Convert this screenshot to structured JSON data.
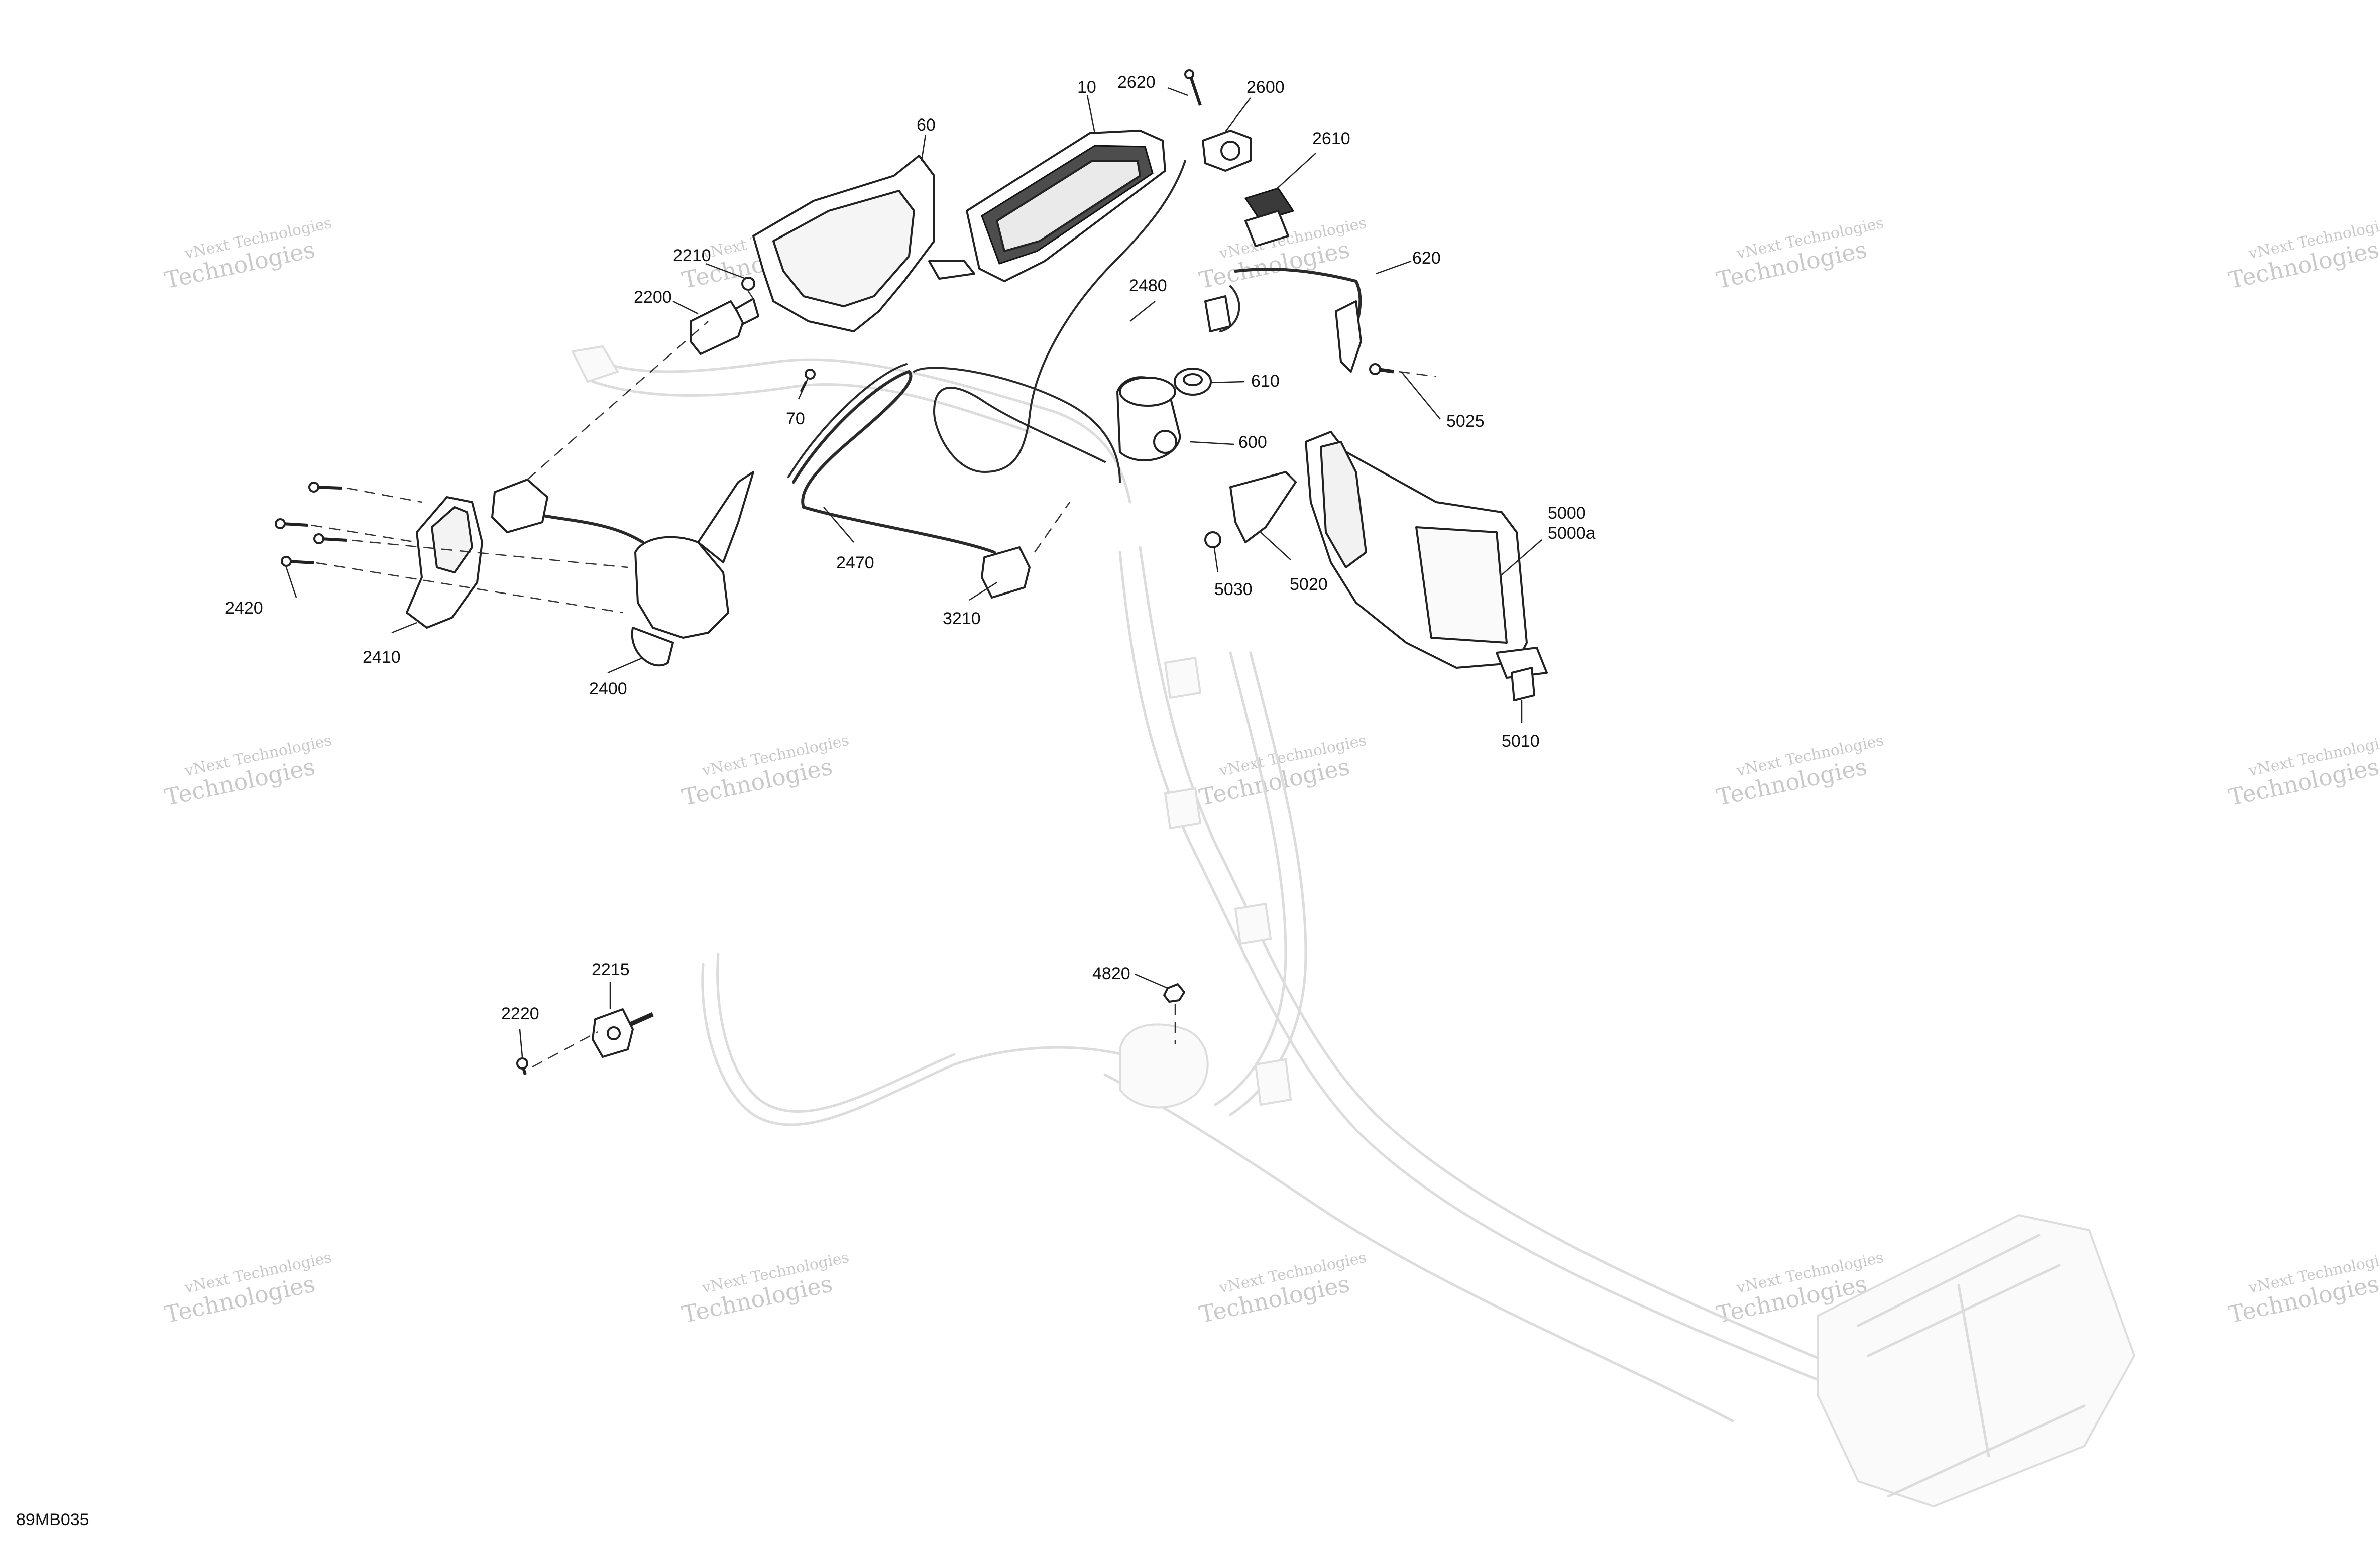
{
  "diagram": {
    "reference_code": "89MB035",
    "watermark": {
      "line1": "vNext",
      "line2": "Technologies",
      "combined": "vNext Technologies"
    },
    "callouts": [
      {
        "id": "c10",
        "label": "10"
      },
      {
        "id": "c2620",
        "label": "2620"
      },
      {
        "id": "c2600",
        "label": "2600"
      },
      {
        "id": "c60",
        "label": "60"
      },
      {
        "id": "c2610",
        "label": "2610"
      },
      {
        "id": "c2210",
        "label": "2210"
      },
      {
        "id": "c620",
        "label": "620"
      },
      {
        "id": "c2200",
        "label": "2200"
      },
      {
        "id": "c2480",
        "label": "2480"
      },
      {
        "id": "c70",
        "label": "70"
      },
      {
        "id": "c610",
        "label": "610"
      },
      {
        "id": "c5025",
        "label": "5025"
      },
      {
        "id": "c600",
        "label": "600"
      },
      {
        "id": "c5000",
        "label": "5000"
      },
      {
        "id": "c5000a",
        "label": "5000a"
      },
      {
        "id": "c2470",
        "label": "2470"
      },
      {
        "id": "c5030",
        "label": "5030"
      },
      {
        "id": "c5020",
        "label": "5020"
      },
      {
        "id": "c2420",
        "label": "2420"
      },
      {
        "id": "c3210",
        "label": "3210"
      },
      {
        "id": "c2410",
        "label": "2410"
      },
      {
        "id": "c2400",
        "label": "2400"
      },
      {
        "id": "c5010",
        "label": "5010"
      },
      {
        "id": "c2215",
        "label": "2215"
      },
      {
        "id": "c4820",
        "label": "4820"
      },
      {
        "id": "c2220",
        "label": "2220"
      }
    ],
    "colors": {
      "line": "#222222",
      "ghost": "#dcdcdc",
      "watermark": "#c9c9c9",
      "background": "#ffffff"
    }
  }
}
